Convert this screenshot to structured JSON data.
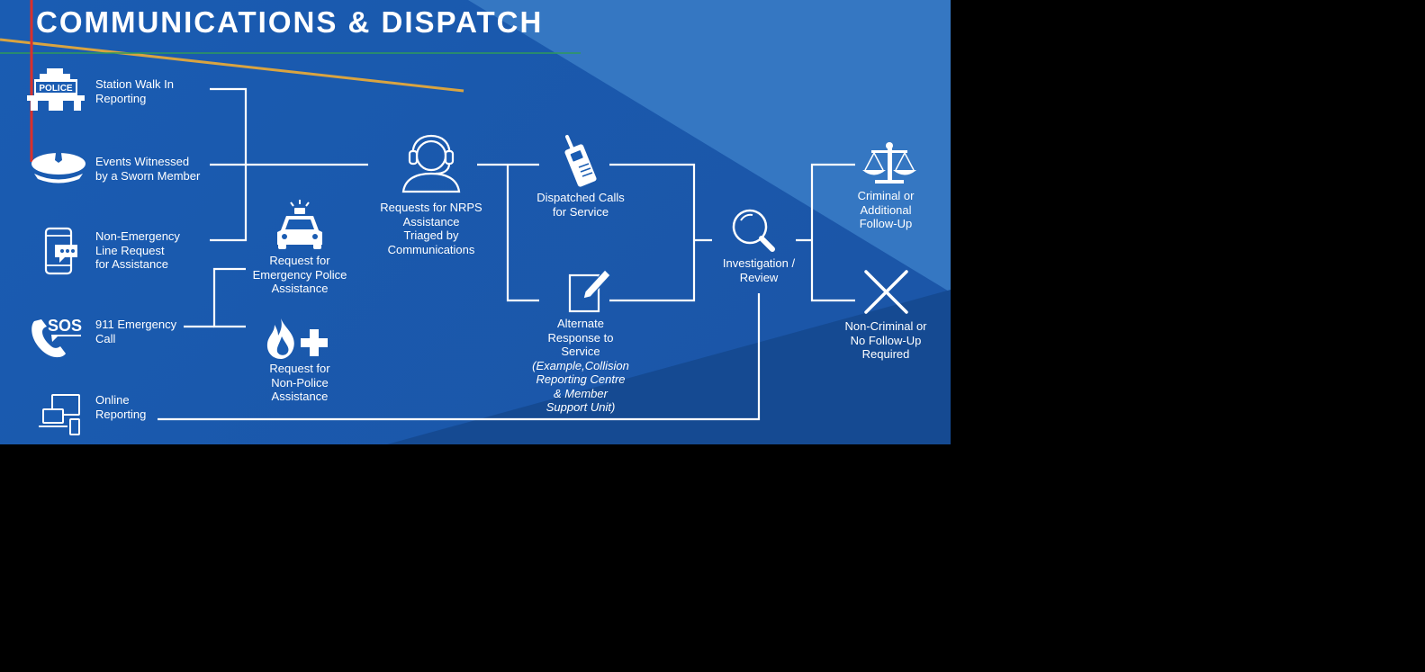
{
  "title": "COMMUNICATIONS & DISPATCH",
  "sources": {
    "station_walk_in": [
      "Station Walk In",
      "Reporting"
    ],
    "events_witnessed": [
      "Events Witnessed",
      "by a Sworn Member"
    ],
    "non_emergency": [
      "Non-Emergency",
      "Line Request",
      "for Assistance"
    ],
    "emergency_911": [
      "911 Emergency",
      "Call"
    ],
    "online_reporting": [
      "Online",
      "Reporting"
    ]
  },
  "requests": {
    "emergency_police": [
      "Request for",
      "Emergency Police",
      "Assistance"
    ],
    "non_police": [
      "Request for",
      "Non-Police",
      "Assistance"
    ]
  },
  "triage": [
    "Requests for NRPS",
    "Assistance",
    "Triaged by",
    "Communications"
  ],
  "responses": {
    "dispatched": [
      "Dispatched Calls",
      "for Service"
    ],
    "alternate": [
      "Alternate",
      "Response to",
      "Service"
    ],
    "alternate_example": [
      "(Example,Collision",
      "Reporting Centre",
      "& Member",
      "Support Unit)"
    ]
  },
  "investigation": [
    "Investigation /",
    "Review"
  ],
  "outcomes": {
    "criminal": [
      "Criminal or",
      "Additional",
      "Follow-Up"
    ],
    "non_criminal": [
      "Non-Criminal or",
      "No Follow-Up",
      "Required"
    ]
  },
  "icons": {
    "police_station": "police-station-icon",
    "police_cap": "police-cap-icon",
    "mobile_phone": "mobile-phone-icon",
    "sos_phone": "sos-phone-icon",
    "computer": "computer-devices-icon",
    "police_car": "police-car-icon",
    "fire_medical": "fire-medical-icon",
    "headset": "headset-operator-icon",
    "radio": "two-way-radio-icon",
    "notepad": "notepad-pencil-icon",
    "magnifier": "magnifier-icon",
    "scales": "scales-of-justice-icon",
    "cross": "x-mark-icon"
  },
  "police_sign": "POLICE",
  "sos_text": "SOS",
  "colors": {
    "background": "#1a5aae",
    "background_light": "#3a80c8",
    "background_dark": "#15458a",
    "line": "#ffffff",
    "accent_orange": "#d9a441",
    "accent_green": "#2e9a5a",
    "accent_red": "#d9302c"
  }
}
